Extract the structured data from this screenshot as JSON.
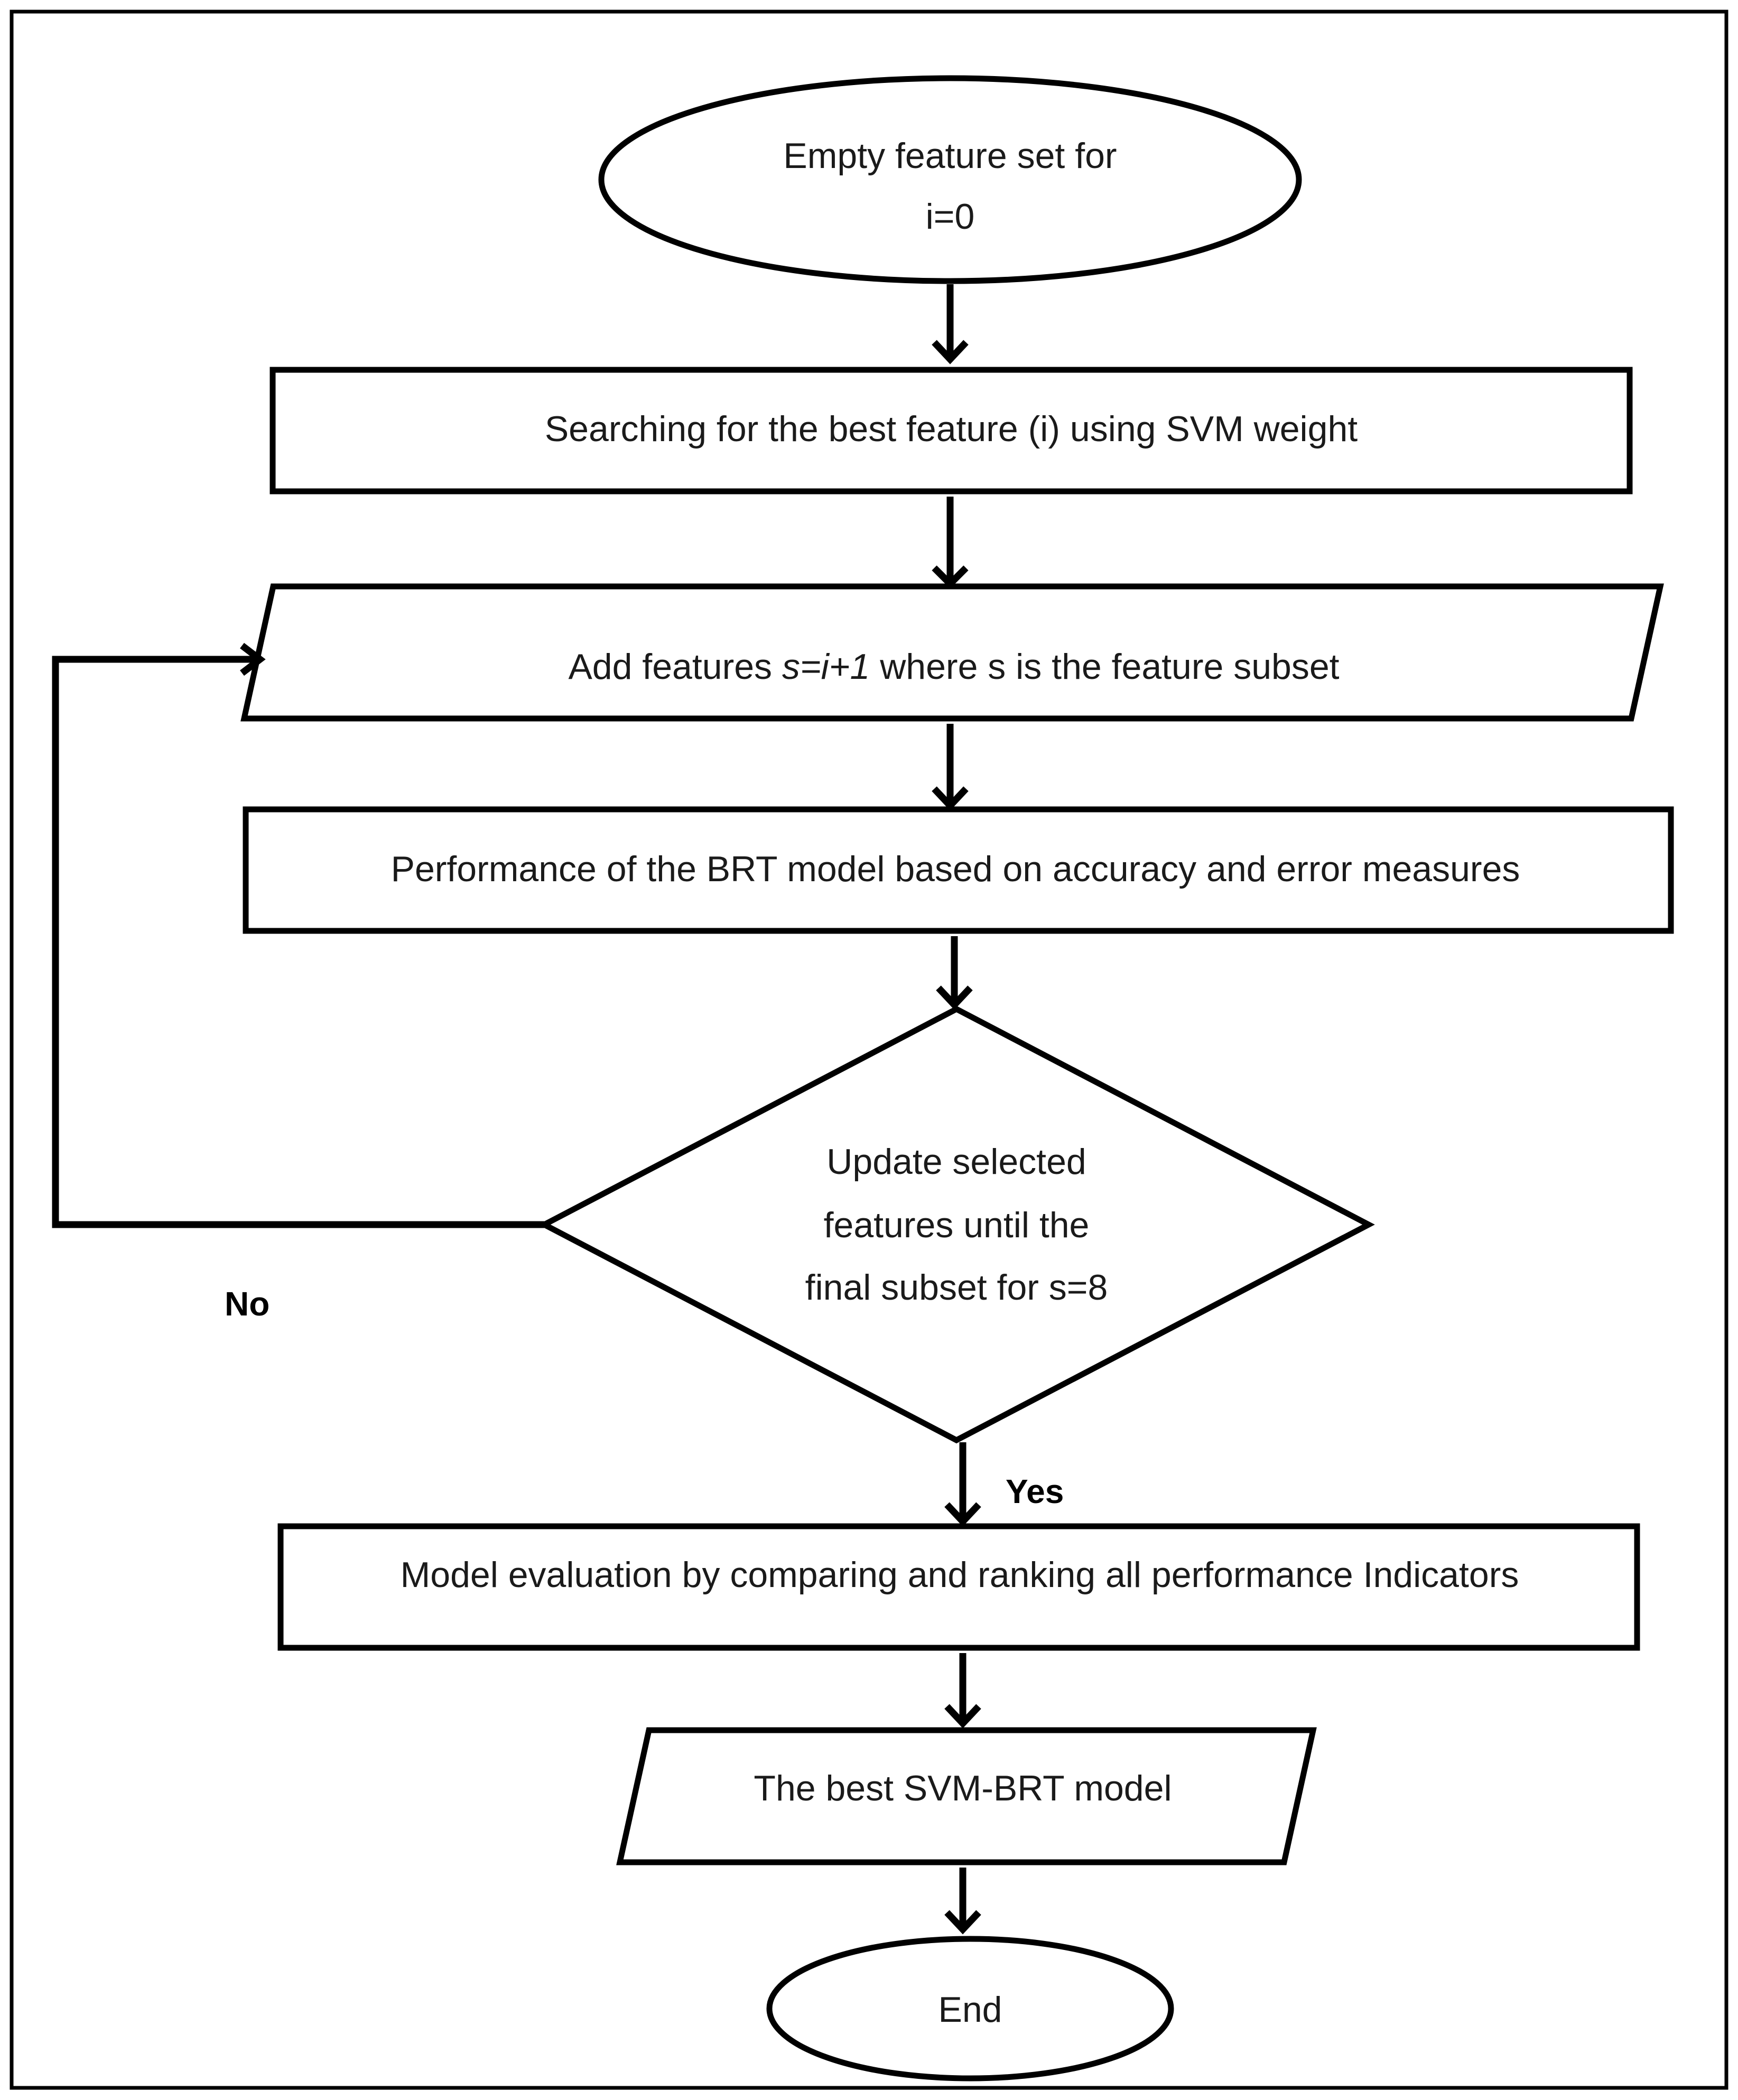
{
  "nodes": {
    "start": {
      "line1": "Empty feature set for",
      "line2": "i=0"
    },
    "search": {
      "text": "Searching for the best feature (i) using SVM weight"
    },
    "add": {
      "prefix": "Add features ",
      "formula": "s=i+1",
      "suffix": " where s is the feature subset"
    },
    "performance": {
      "text": "Performance of the BRT model based on accuracy and error measures"
    },
    "decision": {
      "line1": "Update selected",
      "line2": "features until the",
      "line3": "final subset for s=8"
    },
    "evaluation": {
      "text": "Model evaluation by comparing and ranking all performance Indicators"
    },
    "best": {
      "text": "The best SVM-BRT model"
    },
    "end": {
      "text": "End"
    }
  },
  "edges": {
    "no_label": "No",
    "yes_label": "Yes"
  }
}
